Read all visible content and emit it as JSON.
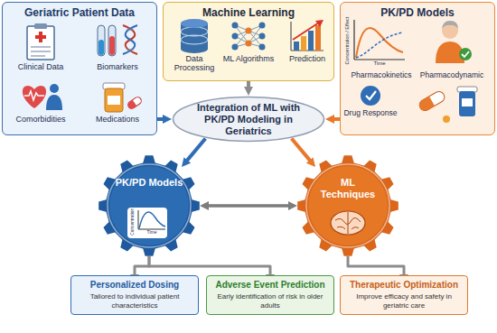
{
  "diagram": {
    "nodes": [
      {
        "text": [
          "Geriatric Patient Data"
        ]
      },
      {
        "text": [
          "Machine Learning"
        ]
      },
      {
        "text": [
          "PK/PD Models"
        ]
      },
      {
        "text": [
          "Integration of ML with PK/PD Modeling in Geriatrics"
        ]
      },
      {
        "text": [
          "PK/PD Models"
        ]
      },
      {
        "text": [
          "ML Techniques"
        ]
      },
      {
        "text": [
          "Personalized Dosing",
          "Tailored to individual patient characteristics"
        ]
      },
      {
        "text": [
          "Adverse Event Prediction",
          "Early identification of risk in older adults"
        ]
      },
      {
        "text": [
          "Therapeutic Optimization",
          "Improve efficacy and safety in geriatric care"
        ]
      }
    ],
    "edges": [
      {
        "from": 0,
        "to": 3,
        "arrow": "to"
      },
      {
        "from": 1,
        "to": 3,
        "arrow": "to"
      },
      {
        "from": 2,
        "to": 3,
        "arrow": "to"
      },
      {
        "from": 3,
        "to": 4,
        "arrow": "to"
      },
      {
        "from": 3,
        "to": 5,
        "arrow": "to"
      },
      {
        "from": 4,
        "to": 5,
        "arrow": "both"
      },
      {
        "from": 4,
        "to": 6,
        "arrow": "to"
      },
      {
        "from": 4,
        "to": 7,
        "arrow": "to"
      },
      {
        "from": 5,
        "to": 8,
        "arrow": "to"
      }
    ],
    "labels": [
      "Clinical Data",
      "Biomarkers",
      "Comorbidities",
      "Medications",
      "Data Processing",
      "ML Algorithms",
      "Prediction",
      "Concentration / Effect",
      "Time",
      "Pharmacokinetics",
      "Pharmacodynamic",
      "Drug Response",
      "Concentration",
      "Time"
    ]
  }
}
